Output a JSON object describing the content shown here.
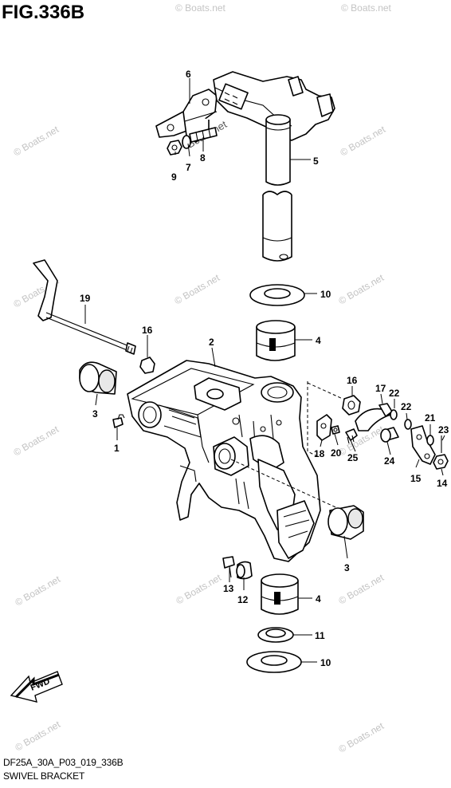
{
  "figure": {
    "title": "FIG.336B",
    "code": "DF25A_30A_P03_019_336B",
    "caption": "SWIVEL BRACKET",
    "direction_label": "FWD"
  },
  "watermark": {
    "text": "© Boats.net",
    "diagram_text": "Boats.net"
  },
  "callouts": [
    "1",
    "2",
    "3",
    "3",
    "4",
    "4",
    "5",
    "6",
    "7",
    "8",
    "9",
    "10",
    "10",
    "11",
    "12",
    "13",
    "14",
    "15",
    "16",
    "16",
    "17",
    "18",
    "19",
    "20",
    "21",
    "22",
    "22",
    "23",
    "24",
    "25"
  ]
}
